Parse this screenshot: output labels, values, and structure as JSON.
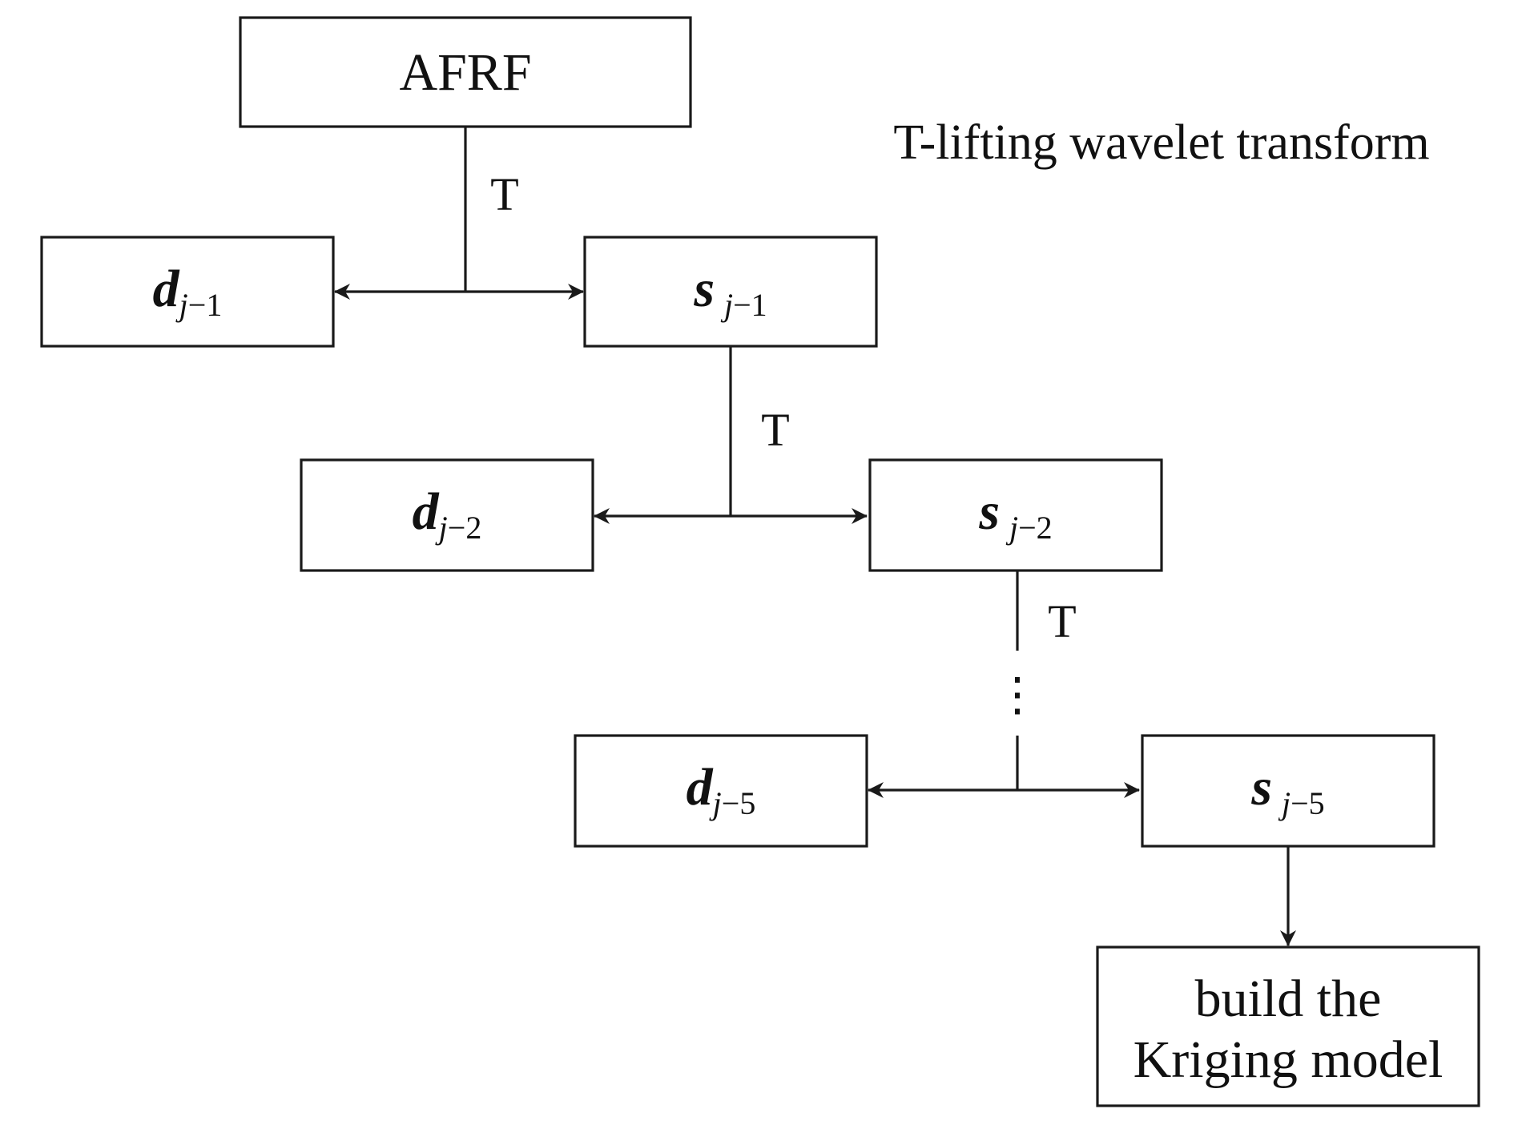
{
  "title": "T-lifting wavelet transform",
  "nodes": {
    "afrf": {
      "label": "AFRF"
    },
    "d1": {
      "symbol": "d",
      "sub_j": "j",
      "sub_rest": "−1"
    },
    "s1": {
      "symbol": "s",
      "sub_j": "j",
      "sub_rest": "−1"
    },
    "d2": {
      "symbol": "d",
      "sub_j": "j",
      "sub_rest": "−2"
    },
    "s2": {
      "symbol": "s",
      "sub_j": "j",
      "sub_rest": "−2"
    },
    "d5": {
      "symbol": "d",
      "sub_j": "j",
      "sub_rest": "−5"
    },
    "s5": {
      "symbol": "s",
      "sub_j": "j",
      "sub_rest": "−5"
    },
    "kriging": {
      "line1": "build the",
      "line2": "Kriging model"
    }
  },
  "edges": {
    "t1": "T",
    "t2": "T",
    "t3": "T"
  },
  "ellipsis": "⋮"
}
